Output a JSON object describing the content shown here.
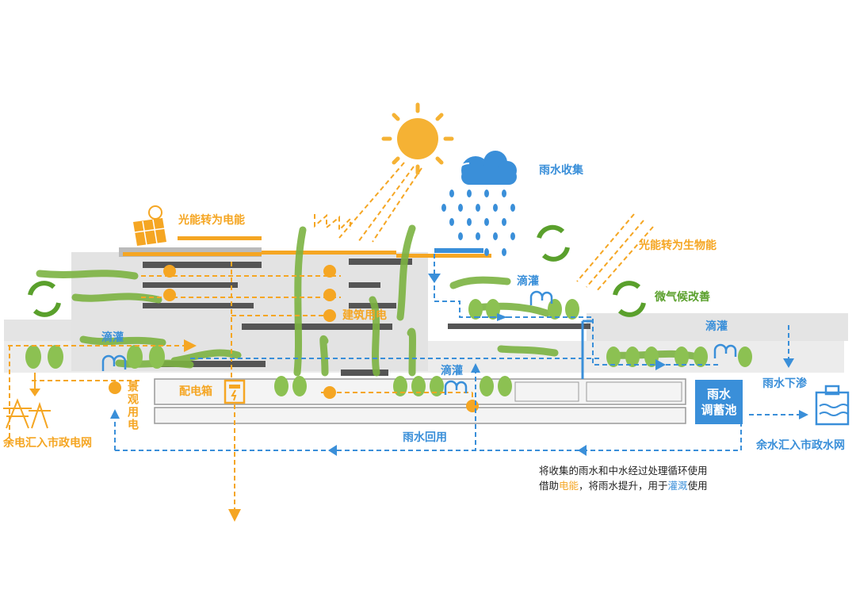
{
  "colors": {
    "solar": "#f5a623",
    "water": "#3a8fd9",
    "green": "#5aa02c",
    "leaf": "#8cc152",
    "building": "#cfcfcf"
  },
  "icons": [
    "sun-icon",
    "cloud-icon",
    "rain-drops-icon",
    "solar-panel-icon",
    "recycle-arrows-icon",
    "lightning-icon",
    "power-tower-icon",
    "water-plant-icon",
    "drip-icon",
    "distribution-box-icon"
  ],
  "labels": {
    "solar_to_power": "光能转为电能",
    "rain_collect": "雨水收集",
    "solar_to_bio": "光能转为生物能",
    "microclimate": "微气候改善",
    "drip_top": "滴灌",
    "drip_left": "滴灌",
    "drip_right": "滴灌",
    "drip_mid": "滴灌",
    "building_power": "建筑用电",
    "distribution_box": "配电箱",
    "landscape_power": "景观用电",
    "surplus_power": "余电汇入市政电网",
    "rain_tank_line1": "雨水",
    "rain_tank_line2": "调蓄池",
    "rain_infiltrate": "雨水下渗",
    "surplus_water": "余水汇入市政水网",
    "rain_reuse": "雨水回用"
  },
  "caption": {
    "line1": "将收集的雨水和中水经过处理循环使用",
    "line2_a": "借助",
    "line2_b": "电能",
    "line2_c": "，将雨水提升，用于",
    "line2_d": "灌溉",
    "line2_e": "使用"
  }
}
